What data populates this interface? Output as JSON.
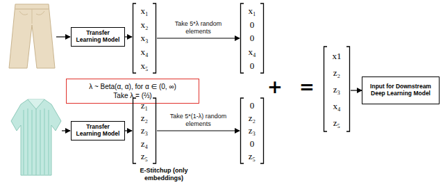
{
  "diagram": {
    "nodes": [
      {
        "text": [
          "Transfer Learning Model"
        ]
      },
      {
        "text": [
          "x₁",
          "x₂",
          "x₃",
          "x₄",
          "x₅"
        ]
      },
      {
        "text": [
          "x₁",
          "0",
          "0",
          "x₄",
          "0"
        ]
      },
      {
        "text": [
          "λ ~ Beta(α, α), for α ∈ (0, ∞)",
          "Take λ = (⅔)"
        ]
      },
      {
        "text": [
          "Transfer Learning Model"
        ]
      },
      {
        "text": [
          "z₁",
          "z₂",
          "z₃",
          "z₄",
          "z₅"
        ]
      },
      {
        "text": [
          "0",
          "z₂",
          "z₃",
          "0",
          "z₅"
        ]
      },
      {
        "text": [
          "x1",
          "z₂",
          "z₃",
          "x₄",
          "z₅"
        ]
      },
      {
        "text": [
          "Input for Downstream Deep Learning Model"
        ]
      }
    ],
    "edges": [
      {
        "from": 0,
        "to": 1,
        "arrow": "to"
      },
      {
        "from": 1,
        "to": 2,
        "label": "Take 5*λ random elements",
        "arrow": "to"
      },
      {
        "from": 4,
        "to": 5,
        "arrow": "to"
      },
      {
        "from": 5,
        "to": 6,
        "label": "Take 5*(1-λ) random elements",
        "arrow": "to"
      },
      {
        "from": 7,
        "to": 8,
        "arrow": "to"
      }
    ],
    "labels": [
      "+",
      "=",
      "E-Stitchup (only embeddings)"
    ]
  }
}
